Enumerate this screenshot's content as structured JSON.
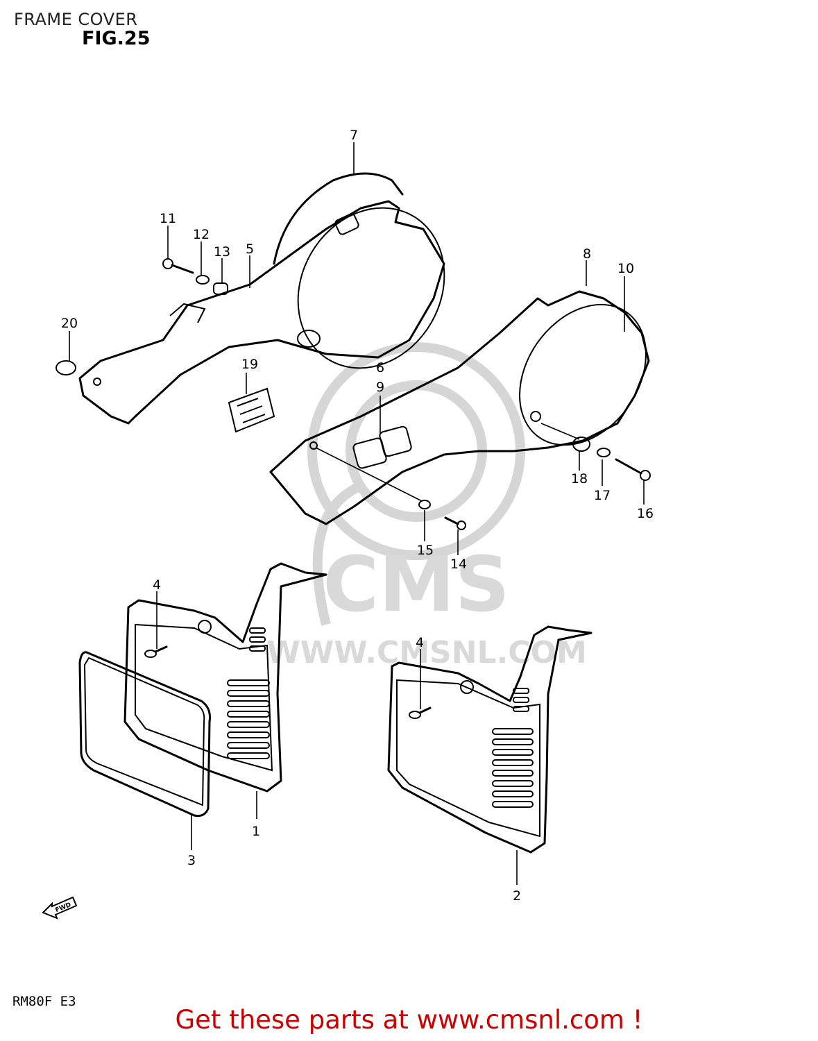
{
  "header": {
    "title": "FRAME COVER",
    "figure": "FIG.25"
  },
  "watermark": {
    "brand": "CMS",
    "url": "WWW.CMSNL.COM"
  },
  "fwd_arrow": "FWD",
  "model_code": "RM80F E3",
  "footer": {
    "call_to_action": "Get these parts at www.cmsnl.com !"
  },
  "part_numbers": {
    "p1": "1",
    "p2": "2",
    "p3": "3",
    "p4a": "4",
    "p4b": "4",
    "p5": "5",
    "p6": "6",
    "p7": "7",
    "p8": "8",
    "p9": "9",
    "p10": "10",
    "p11": "11",
    "p12": "12",
    "p13": "13",
    "p14": "14",
    "p15": "15",
    "p16": "16",
    "p17": "17",
    "p18": "18",
    "p19": "19",
    "p20": "20"
  }
}
